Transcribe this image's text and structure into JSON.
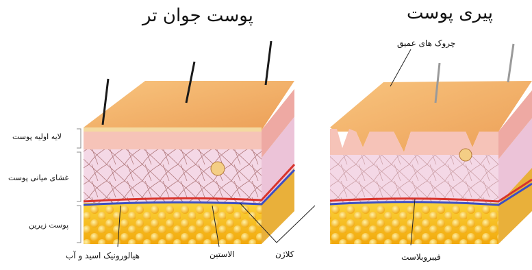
{
  "titles": {
    "young": "پوست جوان تر",
    "aged": "پیری پوست"
  },
  "side_labels": {
    "epidermis": "لایه اولیه پوست",
    "dermis": "غشای میانی پوست",
    "hypodermis": "پوست زیرین"
  },
  "callouts": {
    "deep_wrinkles": "چروک های عمیق",
    "hyaluronic": "هیالورونیک اسید و آب",
    "elastin": "الاستین",
    "collagen": "کلاژن",
    "fibroblast": "فیبروبلاست"
  },
  "colors": {
    "top_surface": "#f3b071",
    "epidermis": "#f6c3b8",
    "dermis": "#f4d8e6",
    "fat": "#f7c21a",
    "artery": "#d8342c",
    "vein": "#3b4fc4"
  }
}
